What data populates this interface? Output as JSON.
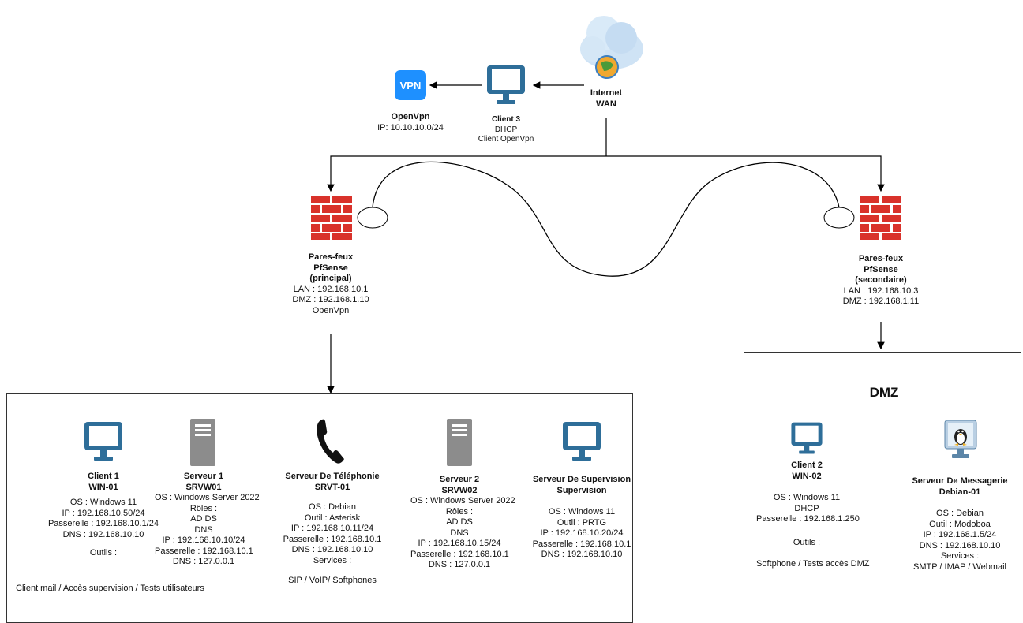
{
  "internet": {
    "line1": "Internet",
    "line2": "WAN"
  },
  "client3": {
    "name": "Client 3",
    "line2": "DHCP",
    "line3": "Client OpenVpn"
  },
  "vpn": {
    "badge": "VPN",
    "name": "OpenVpn",
    "ip": "IP: 10.10.10.0/24"
  },
  "fw_primary": {
    "title1": "Pares-feux",
    "title2": "PfSense",
    "title3": "(principal)",
    "lan": "LAN : 192.168.10.1",
    "dmz": "DMZ : 192.168.1.10",
    "extra": "OpenVpn"
  },
  "fw_secondary": {
    "title1": "Pares-feux",
    "title2": "PfSense",
    "title3": "(secondaire)",
    "lan": "LAN : 192.168.10.3",
    "dmz": "DMZ : 192.168.1.11"
  },
  "lan_hosts": {
    "client1": {
      "name": "Client 1",
      "host": "WIN-01",
      "lines": [
        "OS : Windows 11",
        "IP : 192.168.10.50/24",
        "Passerelle : 192.168.10.1/24",
        "DNS : 192.168.10.10"
      ],
      "tools_label": "Outils :",
      "tools": "Client mail / Accès supervision / Tests utilisateurs"
    },
    "server1": {
      "name": "Serveur 1",
      "host": "SRVW01",
      "lines": [
        "OS : Windows Server 2022",
        "Rôles :",
        "AD DS",
        "DNS",
        "IP : 192.168.10.10/24",
        "Passerelle : 192.168.10.1",
        "DNS : 127.0.0.1"
      ]
    },
    "telephony": {
      "name": "Serveur  De Téléphonie",
      "host": "SRVT-01",
      "lines": [
        "OS : Debian",
        "Outil : Asterisk",
        "IP : 192.168.10.11/24",
        "Passerelle : 192.168.10.1",
        "DNS : 192.168.10.10",
        "Services :"
      ],
      "services": "SIP / VoIP/ Softphones"
    },
    "server2": {
      "name": "Serveur 2",
      "host": "SRVW02",
      "lines": [
        "OS : Windows Server 2022",
        "Rôles :",
        "AD DS",
        "DNS",
        "IP : 192.168.10.15/24",
        "Passerelle : 192.168.10.1",
        "DNS : 127.0.0.1"
      ]
    },
    "supervision": {
      "name": "Serveur De Supervision",
      "host": "Supervision",
      "lines": [
        "OS : Windows 11",
        "Outil : PRTG",
        "IP : 192.168.10.20/24",
        "Passerelle : 192.168.10.1",
        "DNS : 192.168.10.10"
      ]
    }
  },
  "dmz": {
    "title": "DMZ",
    "client2": {
      "name": "Client 2",
      "host": "WIN-02",
      "lines": [
        "OS : Windows 11",
        "DHCP",
        "Passerelle : 192.168.1.250"
      ],
      "tools_label": "Outils :",
      "tools": "Softphone / Tests accès DMZ"
    },
    "mail": {
      "name": "Serveur De Messagerie",
      "host": "Debian-01",
      "lines": [
        "OS : Debian",
        "Outil : Modoboa",
        "IP : 192.168.1.5/24",
        "DNS : 192.168.10.10",
        "Services :",
        "SMTP / IMAP / Webmail"
      ]
    }
  },
  "colors": {
    "monitor": "#2e6e99",
    "firewall": "#d9322b",
    "vpn": "#1e90ff",
    "server": "#8c8c8c",
    "cloud": "#bcd8f0"
  }
}
